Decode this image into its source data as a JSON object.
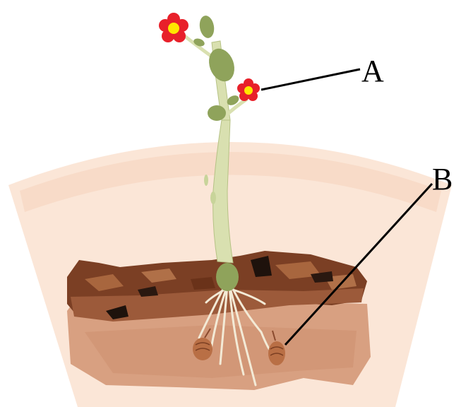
{
  "diagram": {
    "labels": [
      {
        "id": "A",
        "text": "A",
        "part": "flower"
      },
      {
        "id": "B",
        "text": "B",
        "part": "peanut pod"
      }
    ]
  },
  "colors": {
    "background": "#ffffff",
    "pot": "#fbe3d3",
    "soil_dark": "#7b3f24",
    "soil_light": "#d8a081",
    "stem": "#d9e0b0",
    "leaf": "#8fa35b",
    "petal": "#e8202a",
    "flower_center": "#ffe600",
    "pod": "#b96f45",
    "root": "#f3ead6",
    "line": "#000000"
  }
}
